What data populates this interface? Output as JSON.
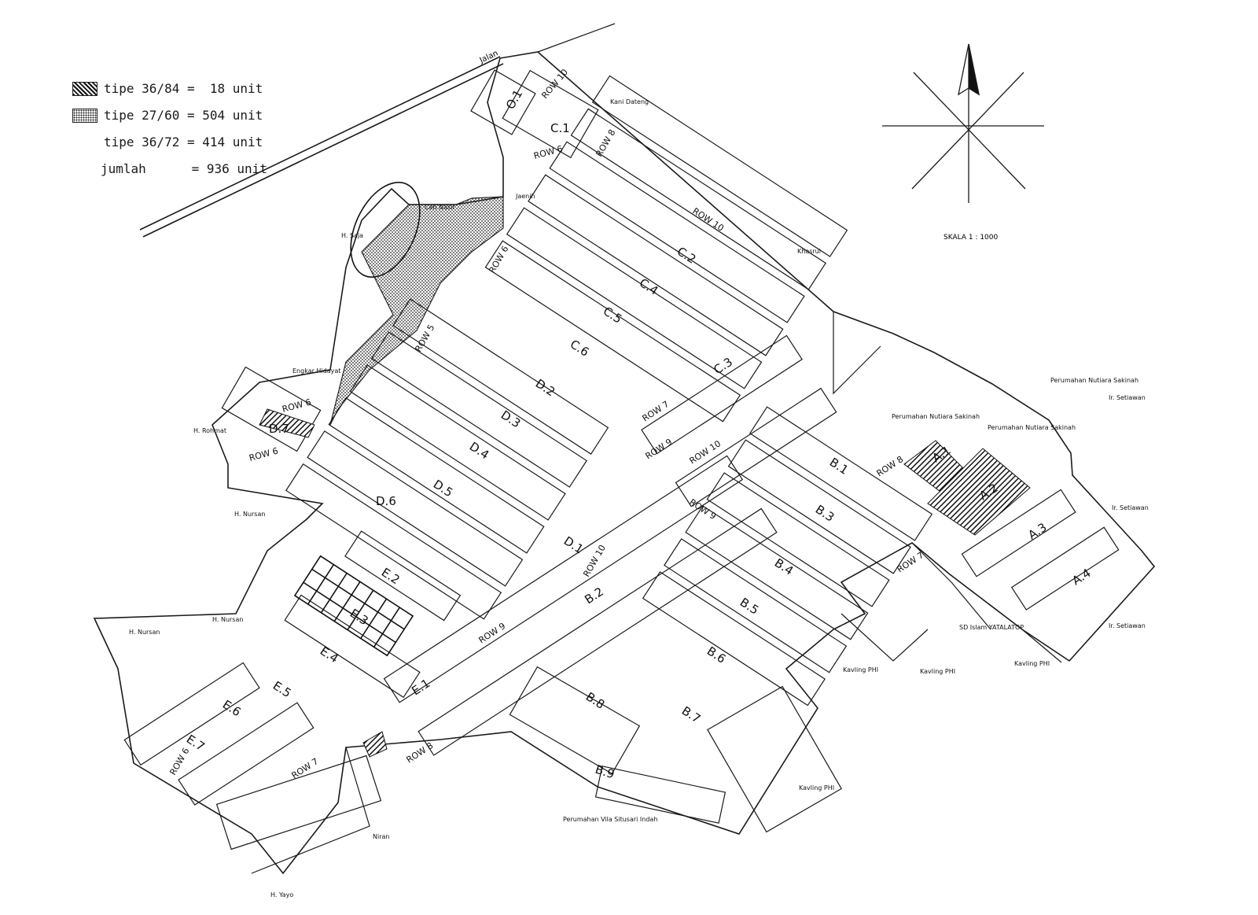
{
  "legend": {
    "rows": [
      {
        "swatch": "dense-hatch",
        "text": "tipe 36/84 =  18 unit"
      },
      {
        "swatch": "dotted",
        "text": "tipe 27/60 = 504 unit"
      },
      {
        "swatch": "none",
        "text": "tipe 36/72 = 414 unit"
      },
      {
        "swatch": "none",
        "text": "jumlah      = 936 unit"
      }
    ]
  },
  "scale": "SKALA 1 : 1000",
  "road_label": "Jalan",
  "blocks": [
    "C.1",
    "C.2",
    "C.3",
    "C.4",
    "C.5",
    "C.6",
    "D.1",
    "D.2",
    "D.3",
    "D.4",
    "D.5",
    "D.6",
    "D.7",
    "E.1",
    "E.2",
    "E.3",
    "E.4",
    "E.5",
    "E.6",
    "E.7",
    "B.1",
    "B.2",
    "B.3",
    "B.4",
    "B.5",
    "B.6",
    "B.7",
    "B.8",
    "B.9",
    "A.1",
    "A.2",
    "A.3",
    "A.4",
    "O.1"
  ],
  "rows": [
    "ROW 10",
    "ROW 8",
    "ROW 6",
    "ROW 7",
    "ROW 9",
    "ROW 5"
  ],
  "neighbors": [
    "Kani Dateng",
    "Ceh Nasir",
    "Jaenih",
    "H. Saja",
    "Khasrul",
    "Engkar Hidayat",
    "H. Rohmat",
    "H. Nursan",
    "H. Yayo",
    "Niran",
    "Perumahan Nutiara Sakinah",
    "Perumahan Vila Situsari Indah",
    "Ir. Setiawan",
    "SD Islam YATALATOP",
    "Kavling PHI"
  ],
  "colors": {
    "line": "#1a1a1a",
    "paper": "#ffffff",
    "hatch": "#111111"
  }
}
